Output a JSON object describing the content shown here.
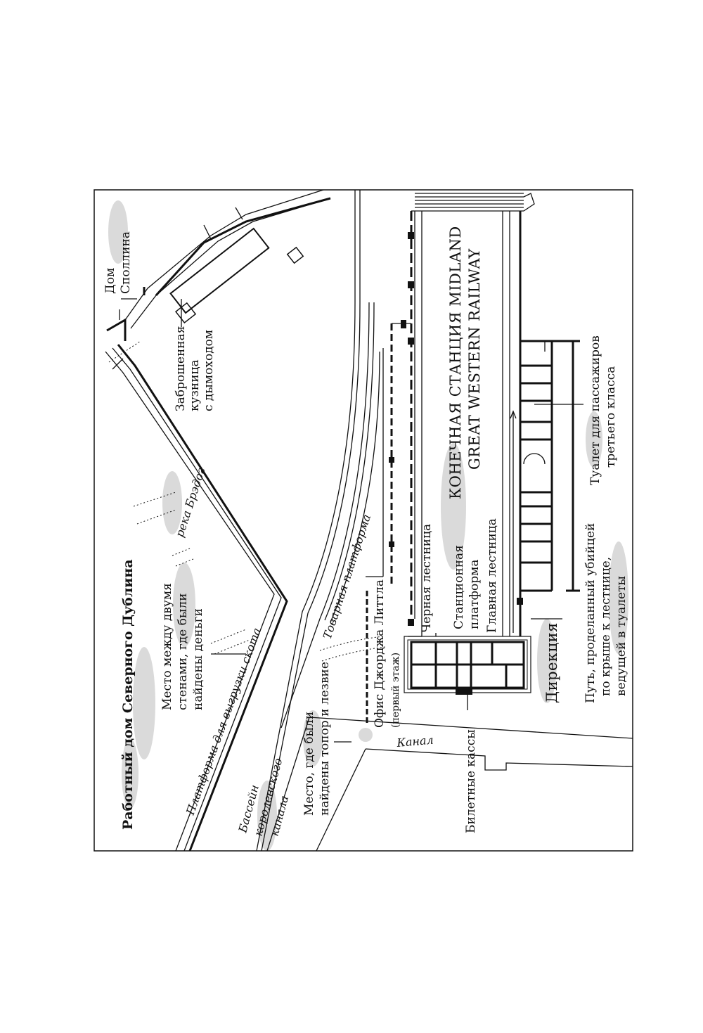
{
  "map": {
    "title": "Работный дом Северного Дублина",
    "station_name_line1": "КОНЕЧНАЯ СТАНЦИЯ MIDLAND",
    "station_name_line2": "GREAT WESTERN RAILWAY",
    "labels": {
      "spollin_house_1": "Дом",
      "spollin_house_2": "Споллина",
      "smithy_1": "Заброшенная",
      "smithy_2": "кузница",
      "smithy_3": "с дымоходом",
      "river": "река Брэдог",
      "money_place_1": "Место между двумя",
      "money_place_2": "стенами, где были",
      "money_place_3": "найдены деньги",
      "cattle_platform": "Платформа для выгрузки скота",
      "goods_platform": "Товарная платформа",
      "back_stairs": "Черная лестница",
      "station_platform_1": "Станционная",
      "station_platform_2": "платформа",
      "main_stairs": "Главная лестница",
      "little_office_1": "Офис Джорджа Литтла",
      "little_office_2": "(первый этаж)",
      "management": "Дирекция",
      "killer_path_1": "Путь, проделанный убийцей",
      "killer_path_2": "по крыше к лестнице,",
      "killer_path_3": "ведущей в туалеты",
      "third_class_wc_1": "Туалет для пассажиров",
      "third_class_wc_2": "третьего класса",
      "ticket_office": "Билетные кассы",
      "canal": "Канал",
      "axe_place_1": "Место, где были",
      "axe_place_2": "найдены топор и лезвие",
      "canal_basin_1": "Бассейн",
      "canal_basin_2": "королевского",
      "canal_basin_3": "канала"
    }
  }
}
